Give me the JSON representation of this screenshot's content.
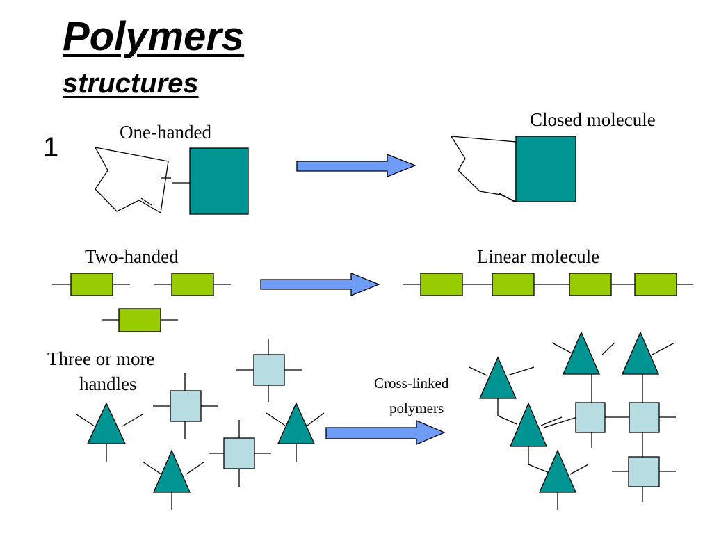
{
  "slide": {
    "title": "Polymers",
    "subtitle": "structures",
    "number": "1"
  },
  "labels": {
    "one_handed": "One-handed",
    "closed_molecule": "Closed molecule",
    "two_handed": "Two-handed",
    "linear_molecule": "Linear molecule",
    "three_or_more_line1": "Three or more",
    "three_or_more_line2": "handles",
    "cross_linked_line1": "Cross-linked",
    "cross_linked_line2": "polymers"
  },
  "colors": {
    "teal": "#009593",
    "lime": "#99cc00",
    "light_blue": "#b7dde2",
    "arrow": "#6e9cf7"
  }
}
